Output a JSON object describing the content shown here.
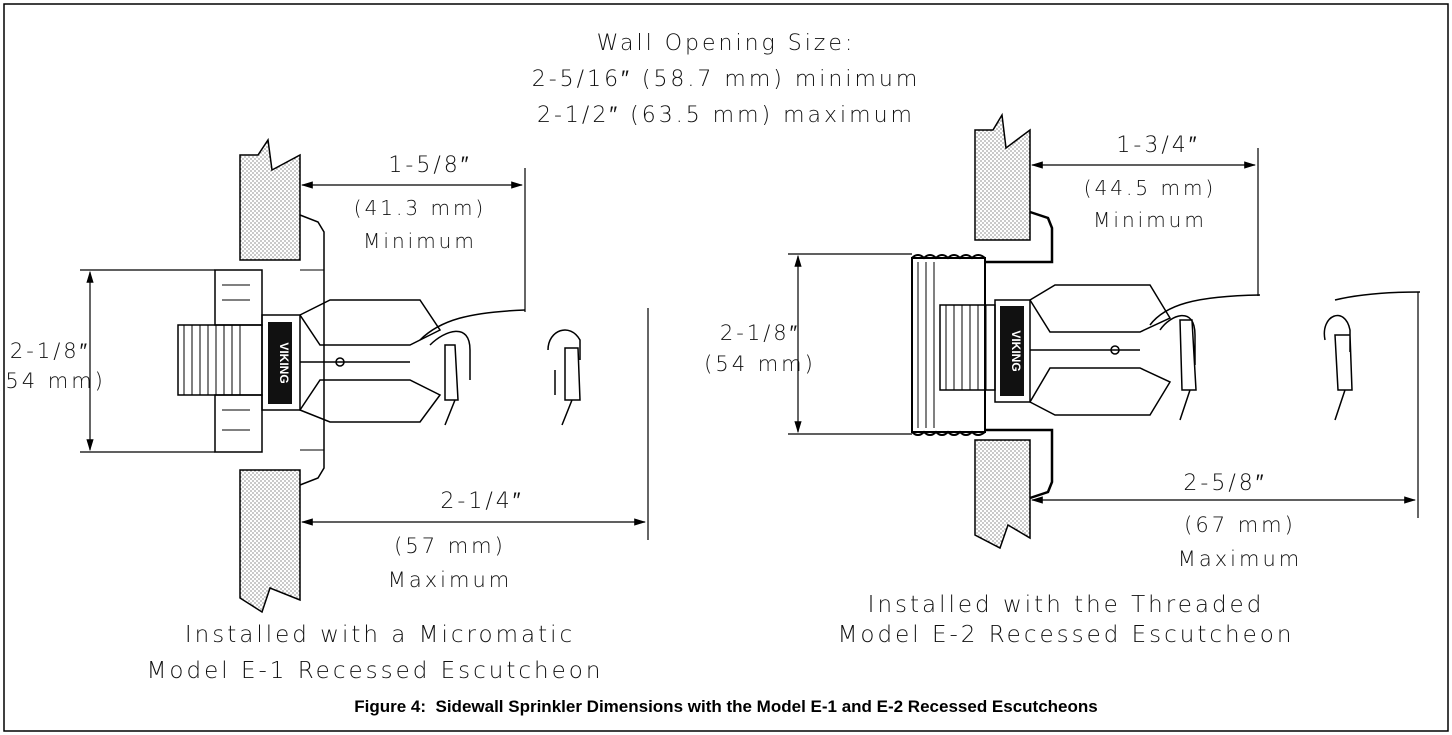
{
  "wall_opening": {
    "title": "Wall Opening Size:",
    "min": "2-5/16″ (58.7 mm) minimum",
    "max": "2-1/2″ (63.5 mm) maximum"
  },
  "left": {
    "dim_top": {
      "value": "1-5/8″",
      "metric": "(41.3 mm)",
      "qualifier": "Minimum"
    },
    "dim_height": {
      "value": "2-1/8″",
      "metric": "(54 mm)"
    },
    "dim_bottom": {
      "value": "2-1/4″",
      "metric": "(57 mm)",
      "qualifier": "Maximum"
    },
    "caption_line1": "Installed with a Micromatic",
    "caption_line2": "Model E-1 Recessed Escutcheon",
    "brand": "VIKING"
  },
  "right": {
    "dim_top": {
      "value": "1-3/4″",
      "metric": "(44.5 mm)",
      "qualifier": "Minimum"
    },
    "dim_height": {
      "value": "2-1/8″",
      "metric": "(54 mm)"
    },
    "dim_bottom": {
      "value": "2-5/8″",
      "metric": "(67 mm)",
      "qualifier": "Maximum"
    },
    "caption_line1": "Installed with the Threaded",
    "caption_line2": "Model E-2 Recessed Escutcheon",
    "brand": "VIKING"
  },
  "figure_caption": "Figure 4:  Sidewall Sprinkler Dimensions with the Model E-1 and E-2 Recessed Escutcheons"
}
